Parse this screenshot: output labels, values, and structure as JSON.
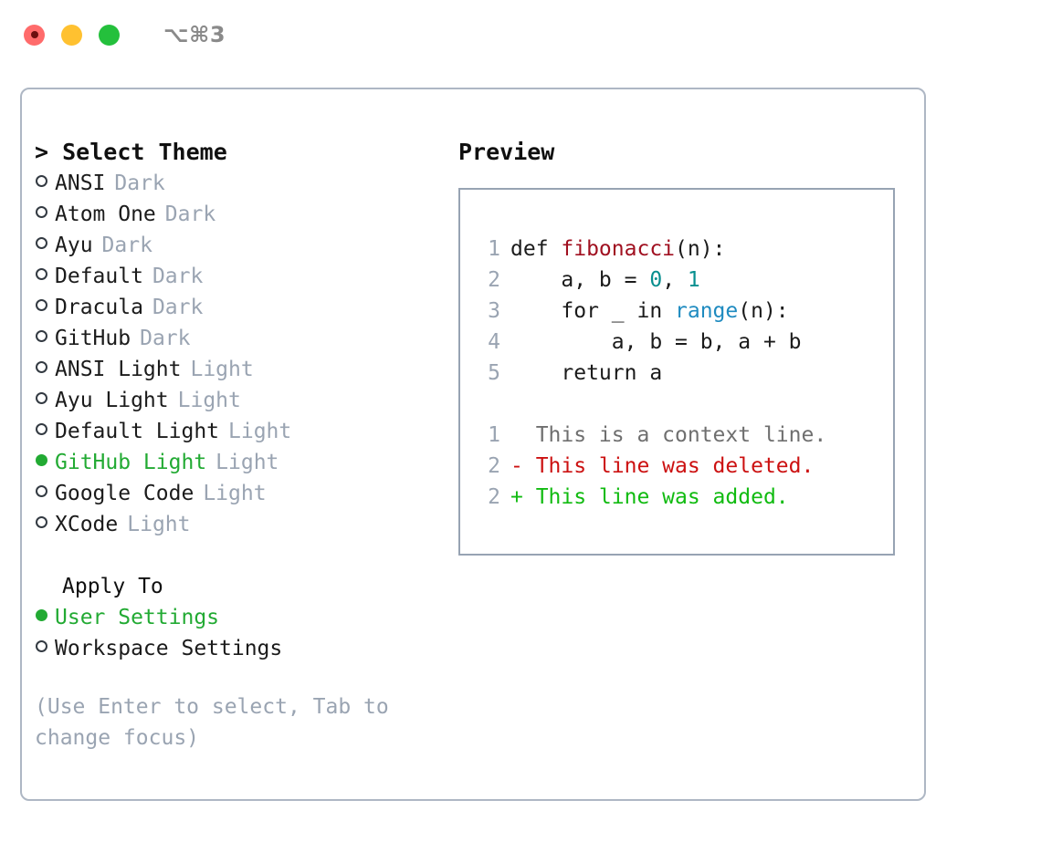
{
  "titlebar": {
    "shortcut": "⌥⌘3",
    "lights": [
      {
        "name": "close",
        "color": "#ff6b6b"
      },
      {
        "name": "minimize",
        "color": "#ffc130"
      },
      {
        "name": "zoom",
        "color": "#24c03c"
      }
    ]
  },
  "colors": {
    "accent_green": "#22aa33",
    "muted": "#9aa4b2",
    "border": "#aeb7c4",
    "preview_border": "#97a3b3",
    "text": "#1b1b1b",
    "fn": "#a01020",
    "num": "#088f8f",
    "call": "#1f8bc0",
    "diff_add": "#11bb11",
    "diff_del": "#cc1111",
    "diff_ctx": "#6f6f6f"
  },
  "theme_list": {
    "caret": ">",
    "title": "Select Theme",
    "items": [
      {
        "label": "ANSI",
        "tag": "Dark",
        "selected": false
      },
      {
        "label": "Atom One",
        "tag": "Dark",
        "selected": false
      },
      {
        "label": "Ayu",
        "tag": "Dark",
        "selected": false
      },
      {
        "label": "Default",
        "tag": "Dark",
        "selected": false
      },
      {
        "label": "Dracula",
        "tag": "Dark",
        "selected": false
      },
      {
        "label": "GitHub",
        "tag": "Dark",
        "selected": false
      },
      {
        "label": "ANSI Light",
        "tag": "Light",
        "selected": false
      },
      {
        "label": "Ayu Light",
        "tag": "Light",
        "selected": false
      },
      {
        "label": "Default Light",
        "tag": "Light",
        "selected": false
      },
      {
        "label": "GitHub Light",
        "tag": "Light",
        "selected": true
      },
      {
        "label": "Google Code",
        "tag": "Light",
        "selected": false
      },
      {
        "label": "XCode",
        "tag": "Light",
        "selected": false
      }
    ]
  },
  "apply_to": {
    "title": "Apply To",
    "items": [
      {
        "label": "User Settings",
        "selected": true
      },
      {
        "label": "Workspace Settings",
        "selected": false
      }
    ]
  },
  "hint": "(Use Enter to select, Tab to change focus)",
  "preview": {
    "title": "Preview",
    "code_lines": [
      {
        "no": "1",
        "indent": "",
        "tokens": [
          {
            "t": "def ",
            "k": "plain"
          },
          {
            "t": "fibonacci",
            "k": "fn"
          },
          {
            "t": "(n):",
            "k": "plain"
          }
        ]
      },
      {
        "no": "2",
        "indent": "    ",
        "tokens": [
          {
            "t": "a, b = ",
            "k": "plain"
          },
          {
            "t": "0",
            "k": "num"
          },
          {
            "t": ", ",
            "k": "plain"
          },
          {
            "t": "1",
            "k": "num"
          }
        ]
      },
      {
        "no": "3",
        "indent": "    ",
        "tokens": [
          {
            "t": "for _ in ",
            "k": "plain"
          },
          {
            "t": "range",
            "k": "call"
          },
          {
            "t": "(n):",
            "k": "plain"
          }
        ]
      },
      {
        "no": "4",
        "indent": "        ",
        "tokens": [
          {
            "t": "a, b = b, a + b",
            "k": "plain"
          }
        ]
      },
      {
        "no": "5",
        "indent": "    ",
        "tokens": [
          {
            "t": "return a",
            "k": "plain"
          }
        ]
      }
    ],
    "diff_lines": [
      {
        "no": "1",
        "marker": "  ",
        "text": "This is a context line.",
        "kind": "ctx"
      },
      {
        "no": "2",
        "marker": "- ",
        "text": "This line was deleted.",
        "kind": "del"
      },
      {
        "no": "2",
        "marker": "+ ",
        "text": "This line was added.",
        "kind": "add"
      }
    ]
  }
}
